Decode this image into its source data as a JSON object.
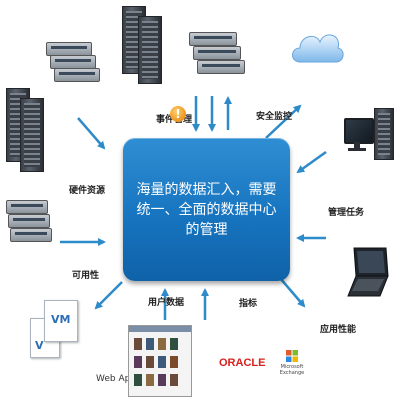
{
  "center": {
    "text": "海量的数据汇入，需要统一、全面的数据中心的管理"
  },
  "labels": {
    "event_management": "事件管理",
    "security_monitoring": "安全监控",
    "hardware_resources": "硬件资源",
    "management_tasks": "管理任务",
    "availability": "可用性",
    "user_data": "用户数据",
    "metrics": "指标",
    "app_performance": "应用性能",
    "web_app": "Web App"
  },
  "logos": {
    "oracle": "ORACLE",
    "microsoft": "Microsoft",
    "exchange": "Exchange",
    "vm": "VM",
    "vm_partial": "V"
  },
  "icons": {
    "warning": "!",
    "warning_color": "#e27a00"
  },
  "colors": {
    "center_box": "#1774bf",
    "arrow": "#2e8bc9"
  }
}
